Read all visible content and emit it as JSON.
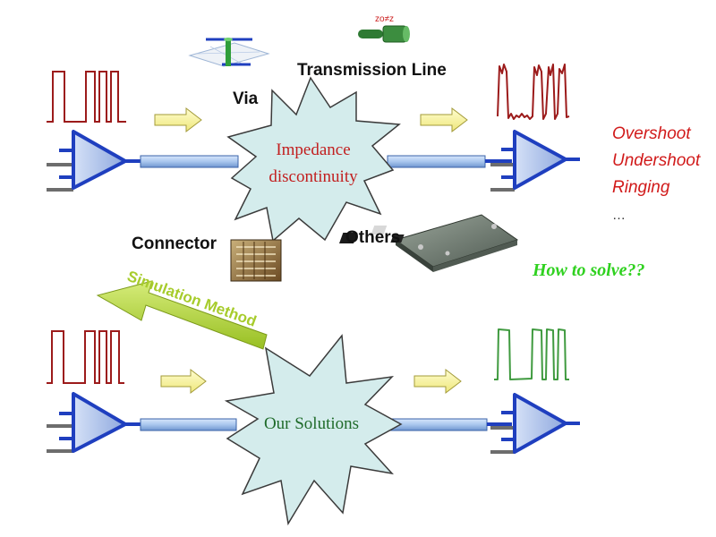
{
  "labels": {
    "via": "Via",
    "transmission_line": "Transmission Line",
    "connector": "Connector",
    "others": "Others",
    "impedance_1": "Impedance",
    "impedance_2": "discontinuity",
    "our_solutions": "Our Solutions",
    "simulation_method": "Simulation Method",
    "how_to_solve": "How to solve??",
    "zoom_tag": "zo≠z"
  },
  "effects": [
    "Overshoot",
    "Undershoot",
    "Ringing",
    "…"
  ],
  "colors": {
    "buffer_fill": "#a7bde8",
    "buffer_stroke": "#1f3fbf",
    "line_fill": "#a9c6ee",
    "burst_fill": "#d4ecec",
    "arrow_fill": "#f7f49a",
    "input_wave": "#9c1b1b",
    "distorted_wave": "#9c1b1b",
    "clean_wave": "#3f9a3f",
    "effects_text": "#d11a1a",
    "solve_text": "#2fd11f",
    "sim_arrow": "#a7cc2c",
    "impedance_text": "#c21f1f",
    "solution_text": "#1f6b2a"
  },
  "icons": [
    "via-icon",
    "transmission-line-icon",
    "connector-icon",
    "others-board-icon"
  ]
}
